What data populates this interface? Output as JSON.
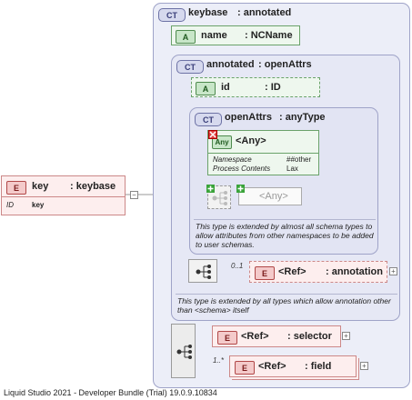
{
  "root_element": {
    "badge": "E",
    "name": "key",
    "type": ": keybase",
    "prop_label": "ID",
    "prop_value": "key"
  },
  "keybase": {
    "badge": "CT",
    "title": "keybase",
    "base": ": annotated",
    "name_attr": {
      "badge": "A",
      "name": "name",
      "type": ": NCName"
    }
  },
  "annotated": {
    "badge": "CT",
    "title": "annotated",
    "base": ": openAttrs",
    "id_attr": {
      "badge": "A",
      "name": "id",
      "type": ": ID"
    },
    "annotation_ref": {
      "badge": "E",
      "ref": "<Ref>",
      "name": ": annotation",
      "cardinality": "0..1"
    },
    "note": "This type is extended by all types which allow annotation other than <schema> itself"
  },
  "openAttrs": {
    "badge": "CT",
    "title": "openAttrs",
    "base": ": anyType",
    "any_attr": {
      "badge": "Any",
      "name": "<Any>",
      "namespace_label": "Namespace",
      "namespace_value": "##other",
      "process_label": "Process Contents",
      "process_value": "Lax"
    },
    "any_element": {
      "name": "<Any>"
    },
    "note": "This type is extended by almost all schema types to allow attributes from other namespaces to be added to user schemas."
  },
  "selector_ref": {
    "badge": "E",
    "ref": "<Ref>",
    "name": ": selector"
  },
  "field_ref": {
    "badge": "E",
    "ref": "<Ref>",
    "name": ": field",
    "cardinality": "1..*"
  },
  "footer": "Liquid Studio 2021 - Developer Bundle (Trial) 19.0.9.10834"
}
